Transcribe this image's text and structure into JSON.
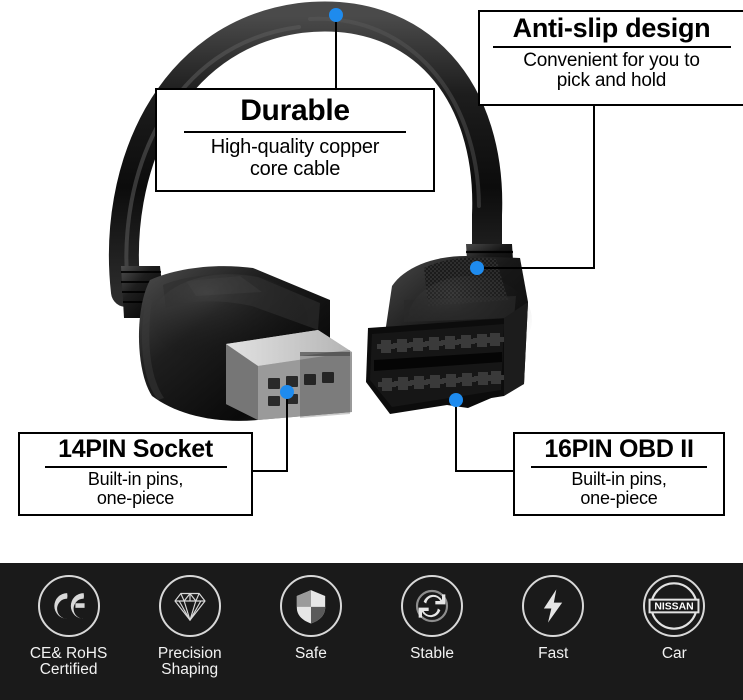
{
  "product": {
    "description": "OBD2 adapter cable photo: black coiled cable arcing from a 14-pin male socket connector on the left to a 16-pin OBD II female connector on the right",
    "cable_color": "#111111",
    "connector_left": "14pin-male-socket",
    "connector_right": "16pin-obd2-female"
  },
  "accent": {
    "marker_blue": "#1E8BEE",
    "line_black": "#000000",
    "bar_background": "#1a1a1a",
    "bar_text": "#f2f2f2",
    "badge_stroke": "#d8d8d8"
  },
  "callouts": [
    {
      "id": "durable",
      "title": "Durable",
      "subtitle": "High-quality copper\ncore cable",
      "sub_line1": "High-quality copper",
      "sub_line2": "core cable"
    },
    {
      "id": "antislip",
      "title": "Anti-slip design",
      "subtitle": "Convenient for you to\npick and hold",
      "sub_line1": "Convenient for you to",
      "sub_line2": "pick and hold"
    },
    {
      "id": "socket14",
      "title": "14PIN Socket",
      "subtitle": "Built-in pins,\none-piece",
      "sub_line1": "Built-in pins,",
      "sub_line2": "one-piece"
    },
    {
      "id": "obd16",
      "title": "16PIN OBD II",
      "subtitle": "Built-in pins,\none-piece",
      "sub_line1": "Built-in pins,",
      "sub_line2": "one-piece"
    }
  ],
  "features": [
    {
      "icon": "ce-mark-icon",
      "label": "CE& RoHS\nCertified"
    },
    {
      "icon": "diamond-icon",
      "label": "Precision\nShaping"
    },
    {
      "icon": "shield-icon",
      "label": "Safe"
    },
    {
      "icon": "refresh-arrows-icon",
      "label": "Stable"
    },
    {
      "icon": "lightning-bolt-icon",
      "label": "Fast"
    },
    {
      "icon": "nissan-logo-icon",
      "label": "Car",
      "logo_text": "NISSAN"
    }
  ]
}
